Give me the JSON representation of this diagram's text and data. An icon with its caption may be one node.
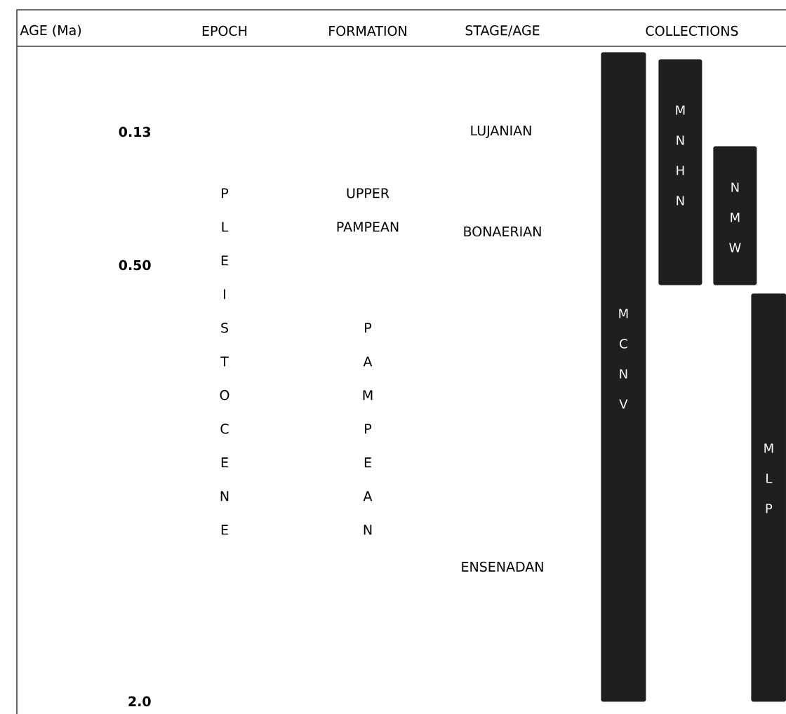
{
  "diagram": {
    "nodes": [
      {
        "text": [
          "M C N V"
        ]
      },
      {
        "text": [
          "M N H N"
        ]
      },
      {
        "text": [
          "N M W"
        ]
      },
      {
        "text": [
          "M L P"
        ]
      }
    ],
    "labels": [
      "AGE (Ma)",
      "EPOCH",
      "FORMATION",
      "STAGE/AGE",
      "COLLECTIONS",
      "0.13",
      "LUJANIAN",
      "P L E I S T O C E N E",
      "UPPER PAMPEAN",
      "BONAERIAN",
      "0.50",
      "P A M P E A N",
      "ENSENADAN",
      "2.0"
    ]
  }
}
